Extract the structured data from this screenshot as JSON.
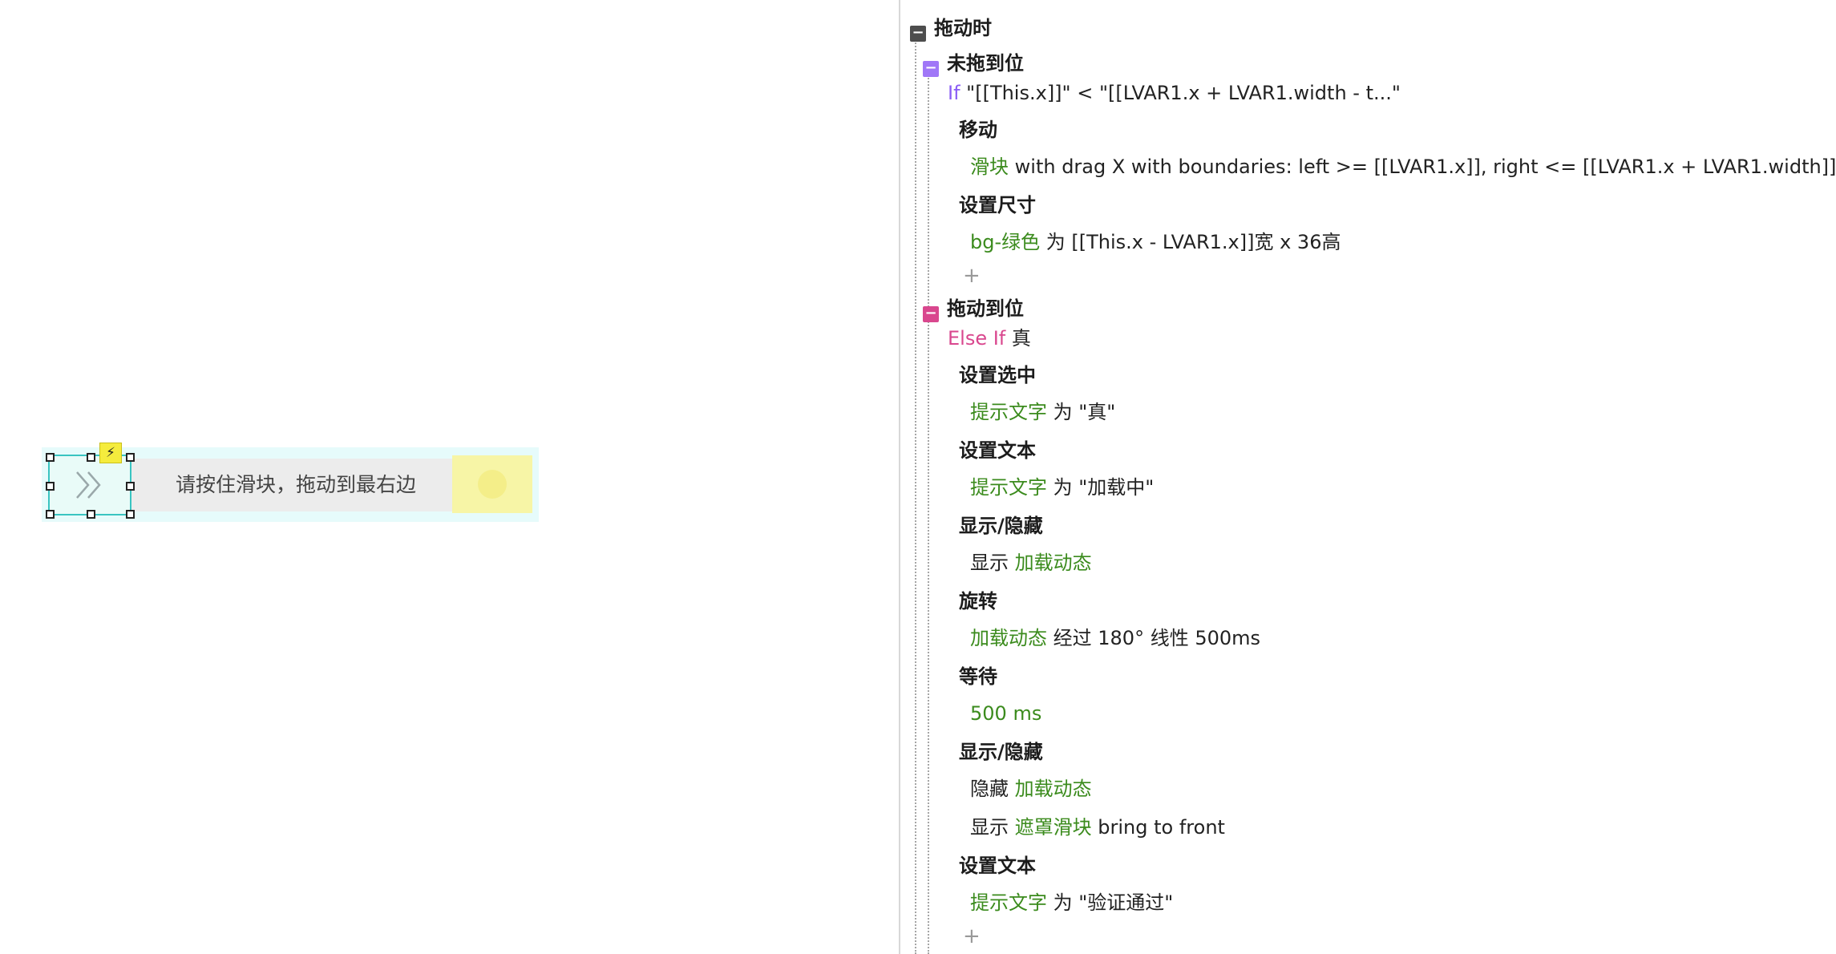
{
  "canvas": {
    "captcha_hint": "请按住滑块，拖动到最右边",
    "slider_icon": "double-chevron-right-icon",
    "event_icon": "lightning-icon",
    "colors": {
      "frame": "#e6fbfb",
      "track": "#ececec",
      "target": "#f7f5a6",
      "selection": "#39c4c1",
      "event_badge": "#f5ec3d"
    }
  },
  "interactions": {
    "event": "拖动时",
    "case1": {
      "name": "未拖到位",
      "if_keyword": "If",
      "condition": "\"[[This.x]]\" < \"[[LVAR1.x + LVAR1.width - t...\"",
      "actions": {
        "move_title": "移动",
        "move_target": "滑块",
        "move_detail": "with drag X  with boundaries: left >= [[LVAR1.x]], right <= [[LVAR1.x + LVAR1.width]]",
        "size_title": "设置尺寸",
        "size_target": "bg-绿色",
        "size_detail": "为 [[This.x - LVAR1.x]]宽 x 36高"
      },
      "add": "+"
    },
    "case2": {
      "name": "拖动到位",
      "if_keyword": "Else If",
      "condition": "真",
      "actions": {
        "selected_title": "设置选中",
        "selected_target": "提示文字",
        "selected_detail": "为 \"真\"",
        "text1_title": "设置文本",
        "text1_target": "提示文字",
        "text1_detail": "为 \"加载中\"",
        "show1_title": "显示/隐藏",
        "show1_verb": "显示",
        "show1_target": "加载动态",
        "rotate_title": "旋转",
        "rotate_target": "加载动态",
        "rotate_detail": "经过 180° 线性 500ms",
        "wait_title": "等待",
        "wait_value": "500 ms",
        "show2_title": "显示/隐藏",
        "hide_verb": "隐藏",
        "hide_target": "加载动态",
        "show2_verb": "显示",
        "show2_target": "遮罩滑块",
        "show2_detail": " bring to front",
        "text2_title": "设置文本",
        "text2_target": "提示文字",
        "text2_detail": "为 \"验证通过\""
      },
      "add": "+"
    }
  }
}
